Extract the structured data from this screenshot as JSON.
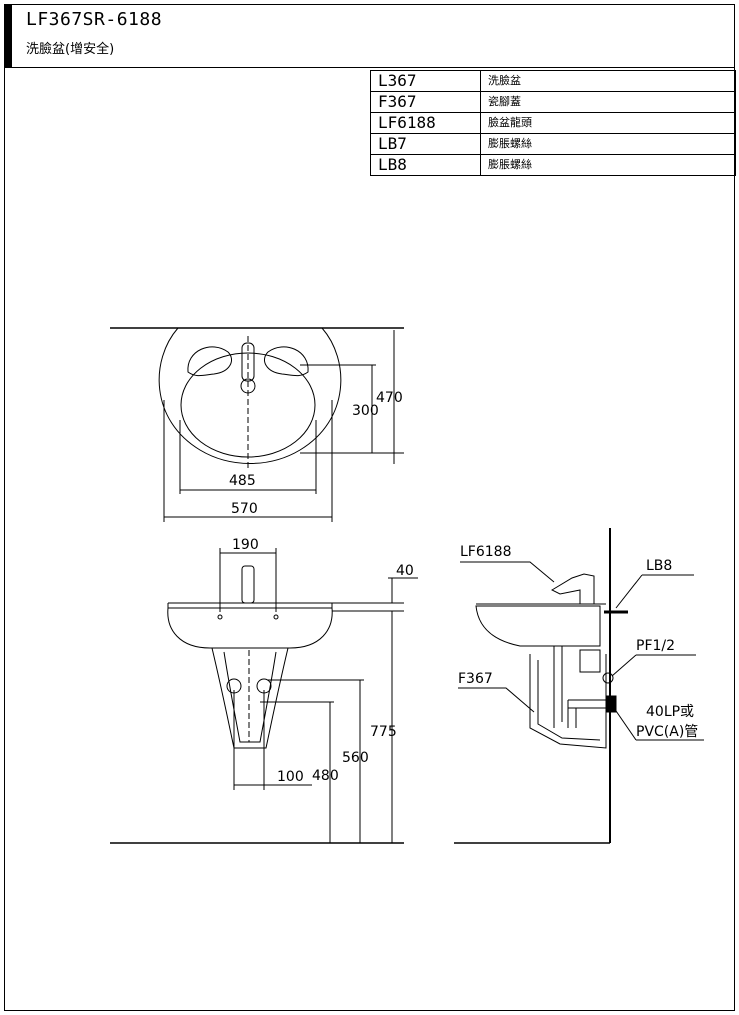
{
  "header": {
    "title": "LF367SR-6188",
    "subtitle": "洗臉盆(增安全)"
  },
  "parts": [
    {
      "code": "L367",
      "name": "洗臉盆"
    },
    {
      "code": "F367",
      "name": "瓷腳蓋"
    },
    {
      "code": "LF6188",
      "name": "臉盆龍頭"
    },
    {
      "code": "LB7",
      "name": "膨脹螺絲"
    },
    {
      "code": "LB8",
      "name": "膨脹螺絲"
    }
  ],
  "top_view": {
    "dim_inner_width": "485",
    "dim_outer_width": "570",
    "dim_inner_depth": "300",
    "dim_outer_depth": "470"
  },
  "front_view": {
    "dim_faucet_offset": "190",
    "dim_rim_thickness": "40",
    "dim_rim_height": "775",
    "dim_drain_height": "560",
    "dim_supply_height": "480",
    "dim_supply_offset": "100"
  },
  "side_view": {
    "label_faucet": "LF6188",
    "label_bolt": "LB8",
    "label_valve": "PF1/2",
    "label_pedestal": "F367",
    "label_drain_1": "40LP或",
    "label_drain_2": "PVC(A)管"
  }
}
